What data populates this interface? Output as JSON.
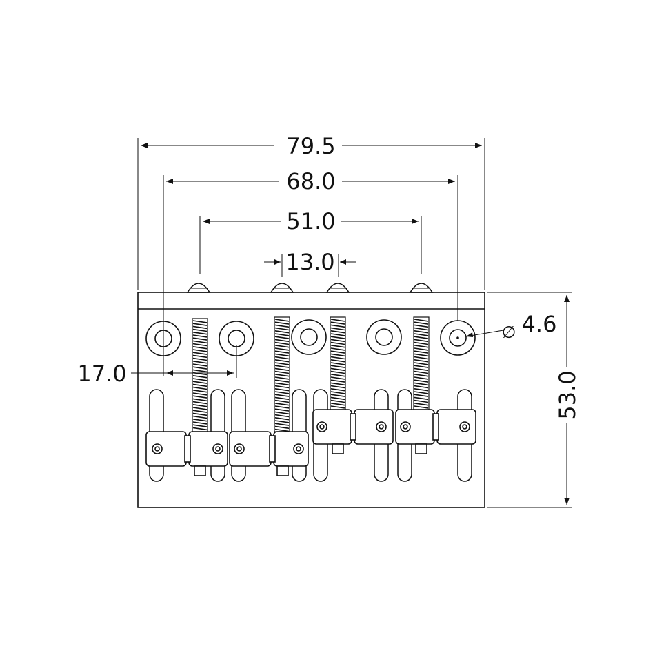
{
  "dimensions": {
    "overall_width": "79.5",
    "mounting_hole_span": "68.0",
    "top_screw_span": "51.0",
    "center_screw_gap": "13.0",
    "hole_spacing": "17.0",
    "hole_diameter_symbol": "∅",
    "hole_diameter": "4.6",
    "overall_length": "53.0"
  }
}
